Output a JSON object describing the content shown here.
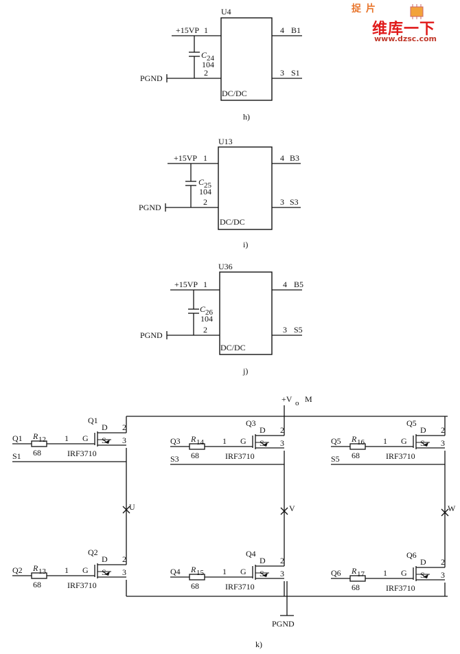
{
  "watermark": {
    "logo_text": "捉 片",
    "title": "维库一下",
    "url": "www.dzsc.com"
  },
  "panel_h": {
    "chip": "U4",
    "supply": "+15VP",
    "ground": "PGND",
    "cap_name": "C",
    "cap_sub": "24",
    "cap_value": "104",
    "pin1": "1",
    "pin2": "2",
    "pin4": "4",
    "pin3": "3",
    "out_top": "B1",
    "out_bottom": "S1",
    "chip_type": "DC/DC",
    "caption": "h)"
  },
  "panel_i": {
    "chip": "U13",
    "supply": "+15VP",
    "ground": "PGND",
    "cap_name": "C",
    "cap_sub": "25",
    "cap_value": "104",
    "pin1": "1",
    "pin2": "2",
    "pin4": "4",
    "pin3": "3",
    "out_top": "B3",
    "out_bottom": "S3",
    "chip_type": "DC/DC",
    "caption": "i)"
  },
  "panel_j": {
    "chip": "U36",
    "supply": "+15VP",
    "ground": "PGND",
    "cap_name": "C",
    "cap_sub": "26",
    "cap_value": "104",
    "pin1": "1",
    "pin2": "2",
    "pin4": "4",
    "pin3": "3",
    "out_top": "B5",
    "out_bottom": "S5",
    "chip_type": "DC/DC",
    "caption": "j)"
  },
  "panel_k": {
    "supply_label": "+V",
    "supply_sub": "o",
    "supply_suffix": "M",
    "ground": "PGND",
    "caption": "k)",
    "phases": [
      "U",
      "V",
      "W"
    ],
    "mosfets": [
      {
        "q": "Q1",
        "input": "Q1",
        "source_net": "S1",
        "r_name": "R",
        "r_sub": "12",
        "r_value": "68",
        "part": "IRF3710",
        "pin_g": "1",
        "g": "G",
        "d": "D",
        "s": "S",
        "pin_d": "2",
        "pin_s": "3"
      },
      {
        "q": "Q2",
        "input": "Q2",
        "source_net": "",
        "r_name": "R",
        "r_sub": "13",
        "r_value": "68",
        "part": "IRF3710",
        "pin_g": "1",
        "g": "G",
        "d": "D",
        "s": "S",
        "pin_d": "2",
        "pin_s": "3"
      },
      {
        "q": "Q3",
        "input": "Q3",
        "source_net": "S3",
        "r_name": "R",
        "r_sub": "14",
        "r_value": "68",
        "part": "IRF3710",
        "pin_g": "1",
        "g": "G",
        "d": "D",
        "s": "S",
        "pin_d": "2",
        "pin_s": "3"
      },
      {
        "q": "Q4",
        "input": "Q4",
        "source_net": "",
        "r_name": "R",
        "r_sub": "15",
        "r_value": "68",
        "part": "IRF3710",
        "pin_g": "1",
        "g": "G",
        "d": "D",
        "s": "S",
        "pin_d": "2",
        "pin_s": "3"
      },
      {
        "q": "Q5",
        "input": "Q5",
        "source_net": "S5",
        "r_name": "R",
        "r_sub": "16",
        "r_value": "68",
        "part": "IRF3710",
        "pin_g": "1",
        "g": "G",
        "d": "D",
        "s": "S",
        "pin_d": "2",
        "pin_s": "3"
      },
      {
        "q": "Q6",
        "input": "Q6",
        "source_net": "",
        "r_name": "R",
        "r_sub": "17",
        "r_value": "68",
        "part": "IRF3710",
        "pin_g": "1",
        "g": "G",
        "d": "D",
        "s": "S",
        "pin_d": "2",
        "pin_s": "3"
      }
    ]
  }
}
